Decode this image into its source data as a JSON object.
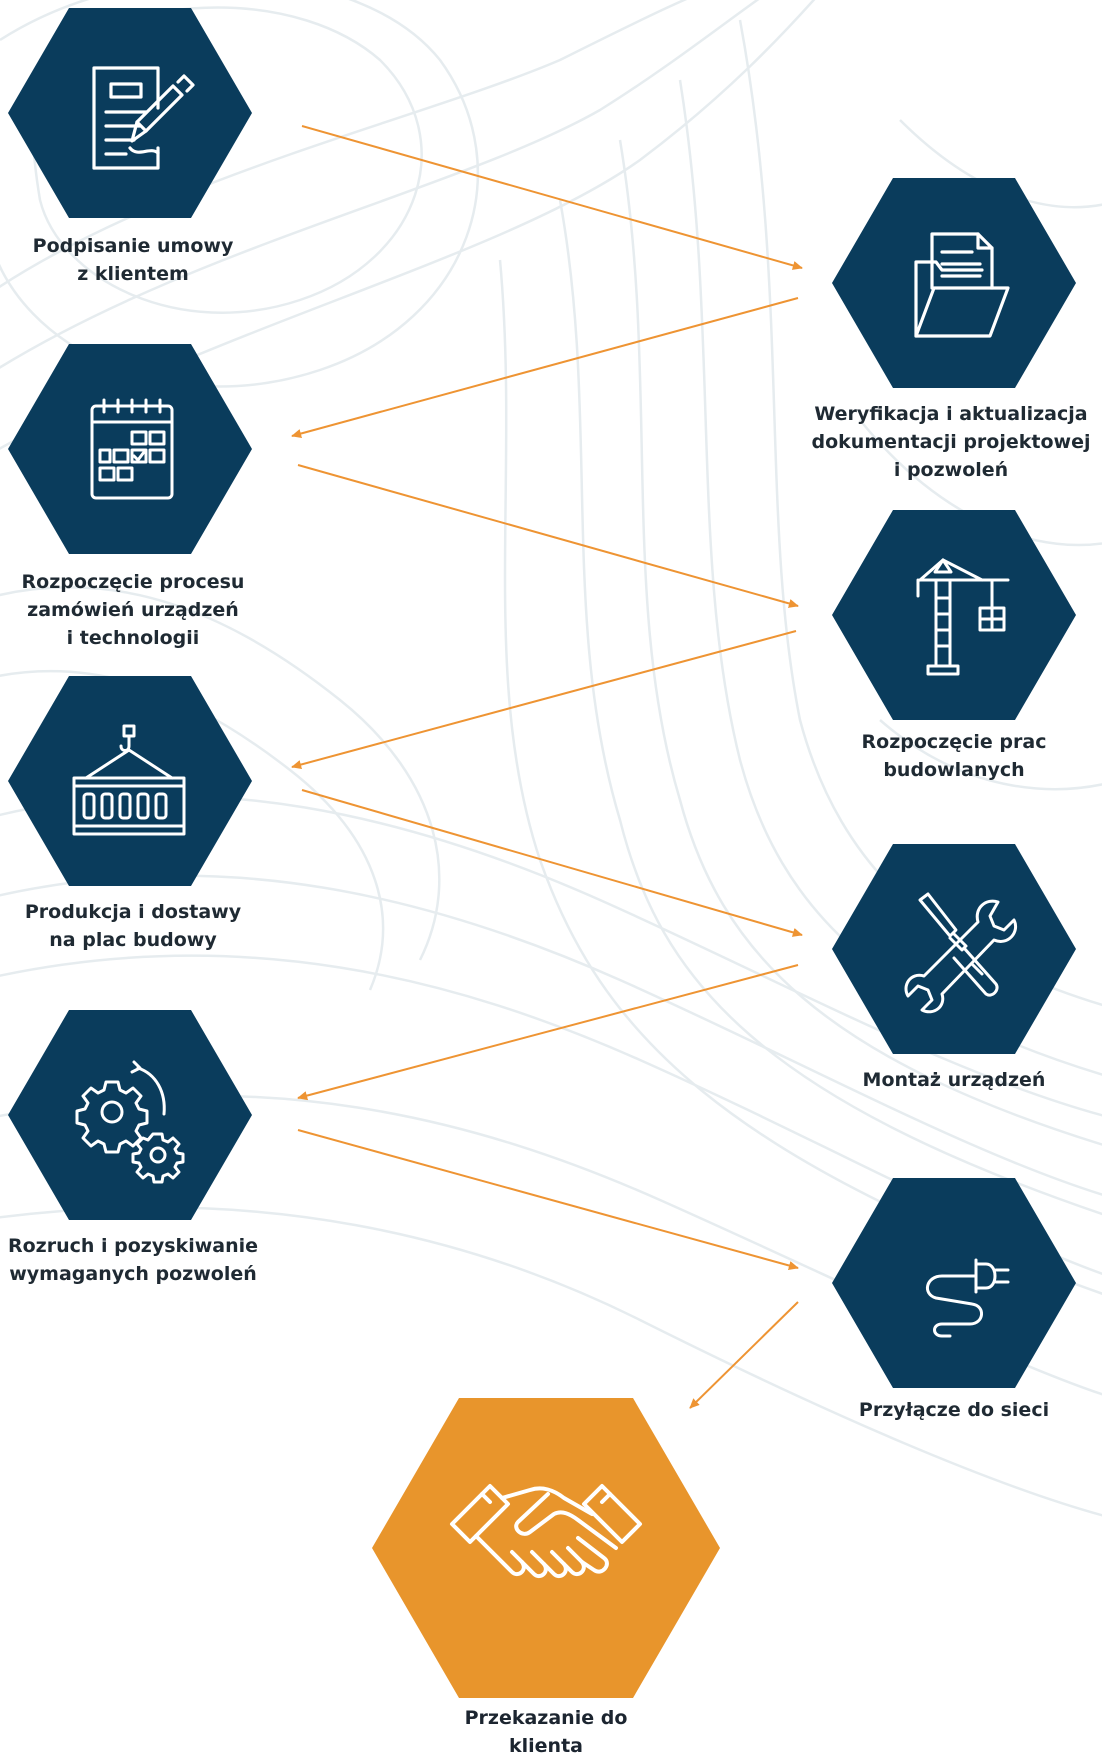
{
  "colors": {
    "hex_fill": "#0a3c5c",
    "final_fill": "#e8952c",
    "arrow": "#ee9433",
    "contour": "#e6ecef"
  },
  "steps": [
    {
      "icon": "contract-signing-icon",
      "label": "Podpisanie umowy\nz klientem"
    },
    {
      "icon": "document-folder-icon",
      "label": "Weryfikacja i aktualizacja\ndokumentacji projektowej\ni pozwoleń"
    },
    {
      "icon": "calendar-icon",
      "label": "Rozpoczęcie procesu\nzamówień urządzeń\ni technologii"
    },
    {
      "icon": "crane-icon",
      "label": "Rozpoczęcie prac\nbudowlanych"
    },
    {
      "icon": "shipping-container-icon",
      "label": "Produkcja i dostawy\nna plac budowy"
    },
    {
      "icon": "screwdriver-wrench-icon",
      "label": "Montaż urządzeń"
    },
    {
      "icon": "gears-icon",
      "label": "Rozruch i pozyskiwanie\nwymaganych pozwoleń"
    },
    {
      "icon": "power-plug-icon",
      "label": "Przyłącze do sieci"
    },
    {
      "icon": "handshake-icon",
      "label": "Przekazanie do\nklienta"
    }
  ]
}
